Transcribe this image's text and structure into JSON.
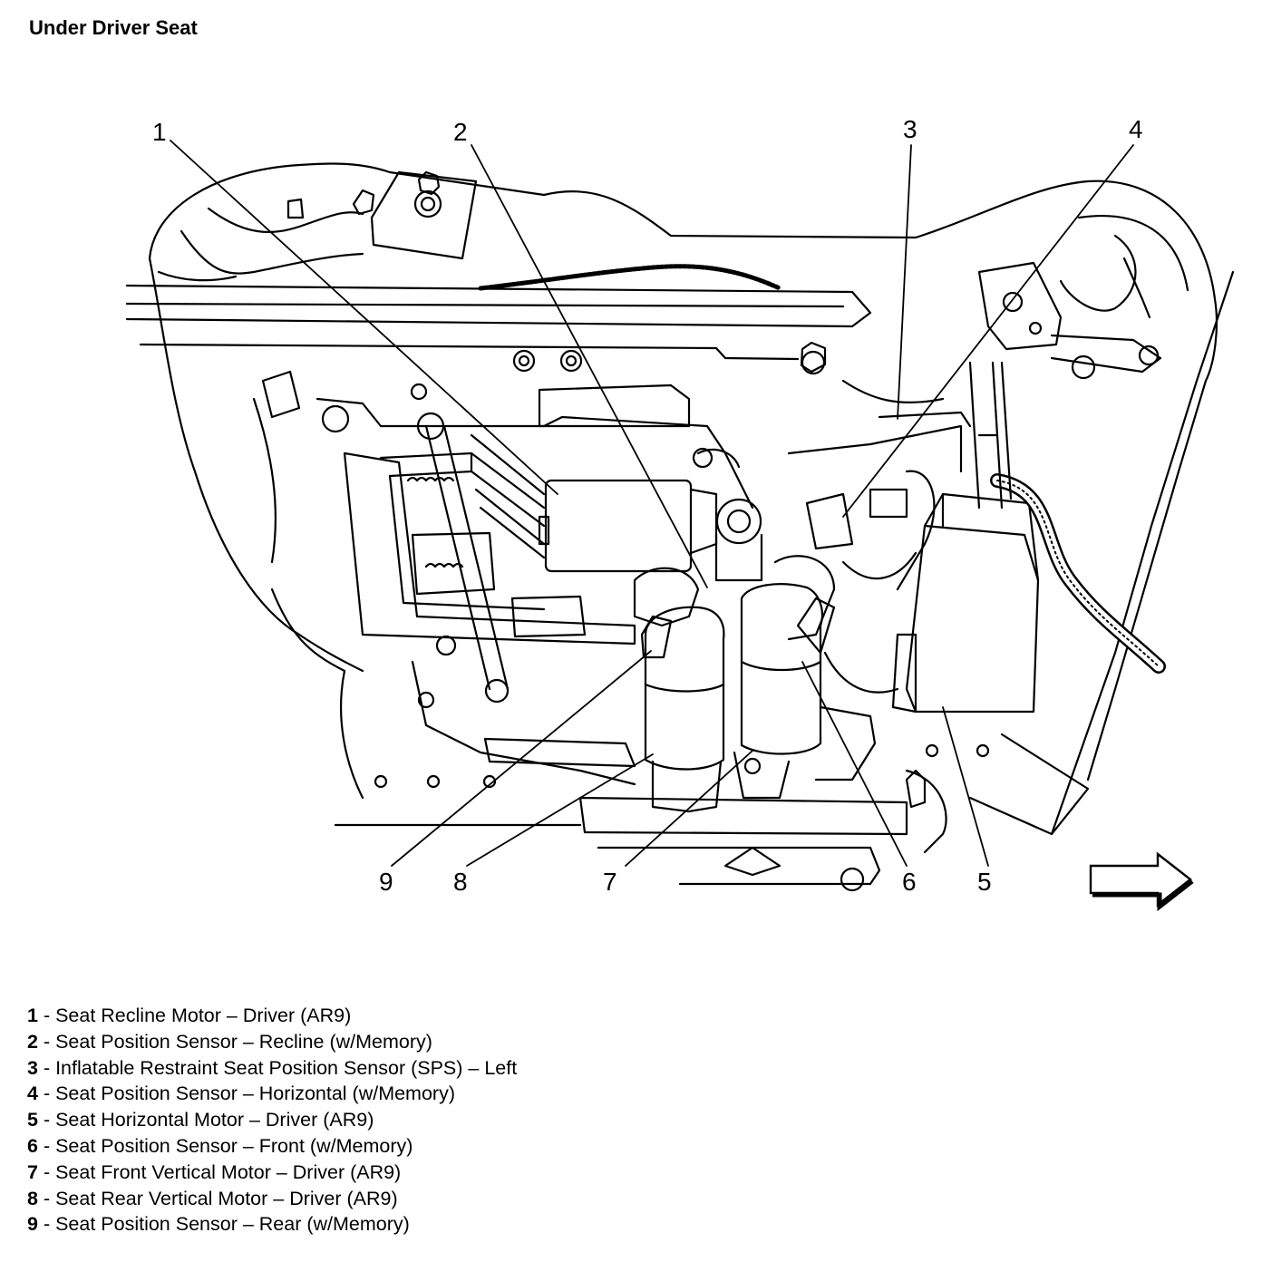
{
  "title": "Under Driver Seat",
  "callouts": [
    "1",
    "2",
    "3",
    "4",
    "5",
    "6",
    "7",
    "8",
    "9"
  ],
  "legend": [
    {
      "num": "1",
      "sep": " - ",
      "text": "Seat Recline Motor – Driver (AR9)"
    },
    {
      "num": "2",
      "sep": " - ",
      "text": "Seat Position Sensor – Recline (w/Memory)"
    },
    {
      "num": "3",
      "sep": " - ",
      "text": "Inflatable Restraint Seat Position Sensor (SPS) – Left"
    },
    {
      "num": "4",
      "sep": " - ",
      "text": "Seat Position Sensor – Horizontal (w/Memory)"
    },
    {
      "num": "5",
      "sep": " - ",
      "text": "Seat Horizontal Motor – Driver (AR9)"
    },
    {
      "num": "6",
      "sep": " - ",
      "text": "Seat Position Sensor – Front (w/Memory)"
    },
    {
      "num": "7",
      "sep": " - ",
      "text": "Seat Front Vertical Motor – Driver (AR9)"
    },
    {
      "num": "8",
      "sep": " - ",
      "text": "Seat Rear Vertical Motor – Driver (AR9)"
    },
    {
      "num": "9",
      "sep": " - ",
      "text": "Seat Position Sensor – Rear (w/Memory)"
    }
  ],
  "icons": {
    "direction_arrow": "right-arrow-icon"
  }
}
